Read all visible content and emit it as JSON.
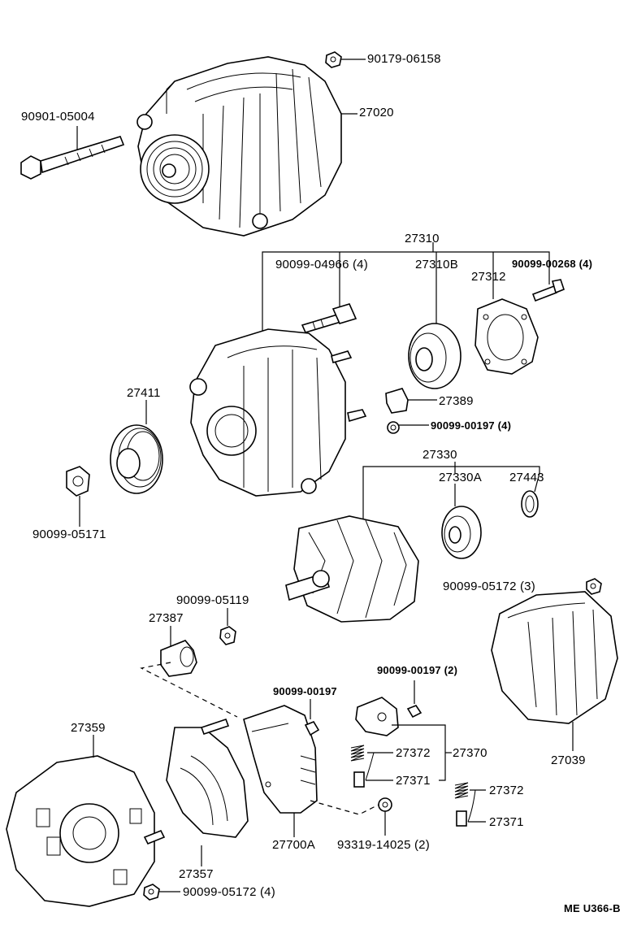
{
  "diagram_code": "ME U366-B",
  "labels": {
    "p90179_06158": "90179-06158",
    "p90901_05004": "90901-05004",
    "p27020": "27020",
    "p27310": "27310",
    "p90099_04966": "90099-04966 (4)",
    "p27310B": "27310B",
    "p27312": "27312",
    "p90099_00268": "90099-00268 (4)",
    "p27411": "27411",
    "p27389": "27389",
    "p90099_00197_4": "90099-00197 (4)",
    "p27330": "27330",
    "p27330A": "27330A",
    "p27443": "27443",
    "p90099_05171": "90099-05171",
    "p90099_05172_3": "90099-05172 (3)",
    "p90099_05119": "90099-05119",
    "p27387": "27387",
    "p90099_00197_2": "90099-00197 (2)",
    "p90099_00197": "90099-00197",
    "p27359": "27359",
    "p27372a": "27372",
    "p27370": "27370",
    "p27371a": "27371",
    "p27039": "27039",
    "p27372b": "27372",
    "p27371b": "27371",
    "p27357": "27357",
    "p27700A": "27700A",
    "p93319_14025": "93319-14025 (2)",
    "p90099_05172_4": "90099-05172 (4)"
  }
}
